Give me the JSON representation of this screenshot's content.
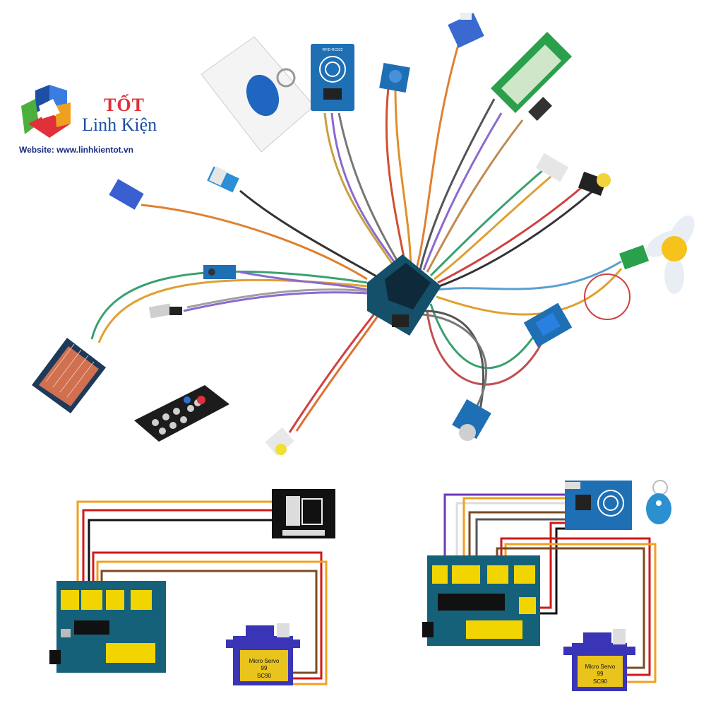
{
  "brand": {
    "top_text": "TỐT",
    "name": "Linh Kiện",
    "website": "Website: www.linhkientot.vn"
  },
  "servo_left": {
    "line1": "Micro Servo",
    "line2": "99",
    "line3": "SC90"
  },
  "servo_right": {
    "line1": "Micro Servo",
    "line2": "99",
    "line3": "SC90"
  },
  "rfid_board": {
    "label": "RFID-RC522"
  },
  "colors": {
    "pcb_teal": "#16617a",
    "header_yellow": "#f2d500",
    "servo_blue": "#3a34b6",
    "servo_label": "#e9c41c",
    "logo_blue": "#1d4fa5",
    "logo_red": "#e0303a"
  },
  "icons": [
    "logo-cube-icon",
    "rfid-card-icon",
    "key-fob-icon",
    "fan-icon",
    "ir-remote-icon"
  ]
}
